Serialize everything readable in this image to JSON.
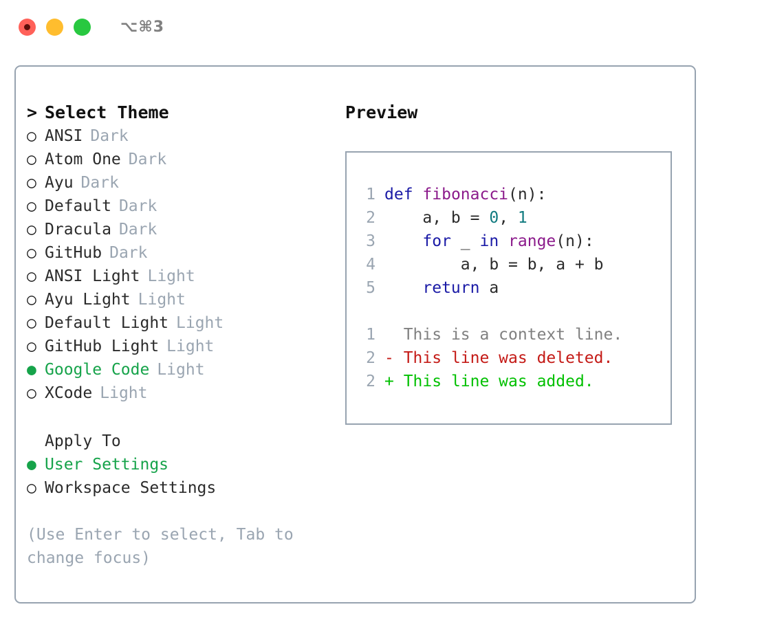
{
  "titlebar": {
    "shortcut": "⌥⌘3",
    "buttons": [
      {
        "name": "close",
        "color": "#ff6159"
      },
      {
        "name": "minimize",
        "color": "#ffbd2e"
      },
      {
        "name": "maximize",
        "color": "#28c840"
      }
    ]
  },
  "theme_picker": {
    "caret": ">",
    "heading": "Select Theme",
    "bullet_unselected": "○",
    "bullet_selected": "●",
    "items": [
      {
        "name": "ANSI",
        "variant": "Dark",
        "selected": false
      },
      {
        "name": "Atom One",
        "variant": "Dark",
        "selected": false
      },
      {
        "name": "Ayu",
        "variant": "Dark",
        "selected": false
      },
      {
        "name": "Default",
        "variant": "Dark",
        "selected": false
      },
      {
        "name": "Dracula",
        "variant": "Dark",
        "selected": false
      },
      {
        "name": "GitHub",
        "variant": "Dark",
        "selected": false
      },
      {
        "name": "ANSI Light",
        "variant": "Light",
        "selected": false
      },
      {
        "name": "Ayu Light",
        "variant": "Light",
        "selected": false
      },
      {
        "name": "Default Light",
        "variant": "Light",
        "selected": false
      },
      {
        "name": "GitHub Light",
        "variant": "Light",
        "selected": false
      },
      {
        "name": "Google Code",
        "variant": "Light",
        "selected": true
      },
      {
        "name": "XCode",
        "variant": "Light",
        "selected": false
      }
    ]
  },
  "apply_to": {
    "label": "Apply To",
    "options": [
      {
        "name": "User Settings",
        "selected": true
      },
      {
        "name": "Workspace Settings",
        "selected": false
      }
    ]
  },
  "hint": "(Use Enter to select, Tab to change focus)",
  "preview": {
    "title": "Preview",
    "code_lines": [
      {
        "no": "1",
        "indent": "",
        "tokens": [
          {
            "t": "def",
            "c": "kw"
          },
          {
            "t": " ",
            "c": "codetext"
          },
          {
            "t": "fibonacci",
            "c": "fn"
          },
          {
            "t": "(n):",
            "c": "punct"
          }
        ]
      },
      {
        "no": "2",
        "indent": "    ",
        "tokens": [
          {
            "t": "a, b = ",
            "c": "codetext"
          },
          {
            "t": "0",
            "c": "num"
          },
          {
            "t": ", ",
            "c": "codetext"
          },
          {
            "t": "1",
            "c": "num"
          }
        ]
      },
      {
        "no": "3",
        "indent": "    ",
        "tokens": [
          {
            "t": "for",
            "c": "kw"
          },
          {
            "t": " _ ",
            "c": "codetext"
          },
          {
            "t": "in",
            "c": "kw"
          },
          {
            "t": " ",
            "c": "codetext"
          },
          {
            "t": "range",
            "c": "fn"
          },
          {
            "t": "(n):",
            "c": "punct"
          }
        ]
      },
      {
        "no": "4",
        "indent": "        ",
        "tokens": [
          {
            "t": "a, b = b, a + b",
            "c": "codetext"
          }
        ]
      },
      {
        "no": "5",
        "indent": "    ",
        "tokens": [
          {
            "t": "return",
            "c": "kw"
          },
          {
            "t": " a",
            "c": "codetext"
          }
        ]
      }
    ],
    "diff_lines": [
      {
        "no": "1",
        "sign": "  ",
        "text": "This is a context line.",
        "kind": "diff-ctx"
      },
      {
        "no": "2",
        "sign": "- ",
        "text": "This line was deleted.",
        "kind": "diff-del"
      },
      {
        "no": "2",
        "sign": "+ ",
        "text": "This line was added.",
        "kind": "diff-add"
      }
    ]
  },
  "colors": {
    "accent_green": "#16a34a",
    "muted": "#9aa5b1",
    "border": "#97a3b0",
    "keyword": "#1a1aa6",
    "function": "#8b1a8b",
    "number": "#107a7f",
    "diff_deleted": "#c41a16",
    "diff_added": "#00c000"
  }
}
